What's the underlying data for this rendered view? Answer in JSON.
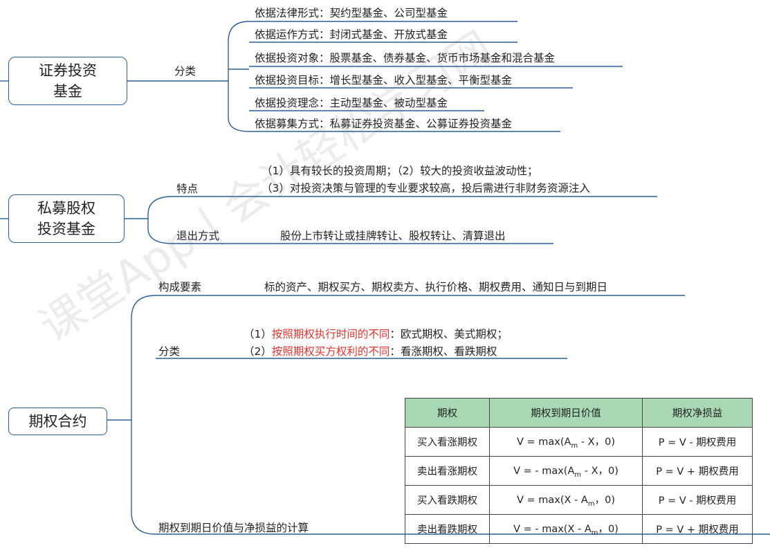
{
  "fund": {
    "title": "证券投资\n基金",
    "branch": "分类",
    "items": [
      "依据法律形式：契约型基金、公司型基金",
      "依据运作方式：封闭式基金、开放式基金",
      "依据投资对象：股票基金、债券基金、货币市场基金和混合基金",
      "依据投资目标：增长型基金、收入型基金、平衡型基金",
      "依据投资理念：主动型基金、被动型基金",
      "依据募集方式：私募证券投资基金、公募证券投资基金"
    ]
  },
  "pe": {
    "title": "私募股权\n投资基金",
    "feature_label": "特点",
    "feature_line1": "（1）具有较长的投资周期；（2）较大的投资收益波动性；",
    "feature_line2": "（3）对投资决策与管理的专业要求较高，投后需进行非财务资源注入",
    "exit_label": "退出方式",
    "exit_text": "股份上市转让或挂牌转让、股权转让、清算退出"
  },
  "option": {
    "title": "期权合约",
    "elements_label": "构成要素",
    "elements_text": "标的资产、期权买方、期权卖方、执行价格、期权费用、通知日与到期日",
    "class_label": "分类",
    "class1_prefix": "（1）",
    "class1_red": "按照期权执行时间的不同",
    "class1_rest": "：欧式期权、美式期权；",
    "class2_prefix": "（2）",
    "class2_red": "按照期权买方权利的不同",
    "class2_rest": "：看涨期权、看跌期权",
    "calc_label": "期权到期日价值与净损益的计算",
    "table": {
      "headers": [
        "期权",
        "期权到期日价值",
        "期权净损益"
      ],
      "rows": [
        [
          "买入看涨期权",
          "V = max(Am - X，0)",
          "P = V - 期权费用"
        ],
        [
          "卖出看涨期权",
          "V = - max(Am - X，0)",
          "P = V + 期权费用"
        ],
        [
          "买入看跌期权",
          "V = max(X - Am，0)",
          "P = V - 期权费用"
        ],
        [
          "卖出看跌期权",
          "V = - max(X - Am，0)",
          "P = V + 期权费用"
        ]
      ]
    }
  },
  "watermark": "课堂App | 会计轻松学习网",
  "colors": {
    "line": "#2a5d9a",
    "highlight": "#e8322b",
    "table_header": "#a9d8b4"
  }
}
